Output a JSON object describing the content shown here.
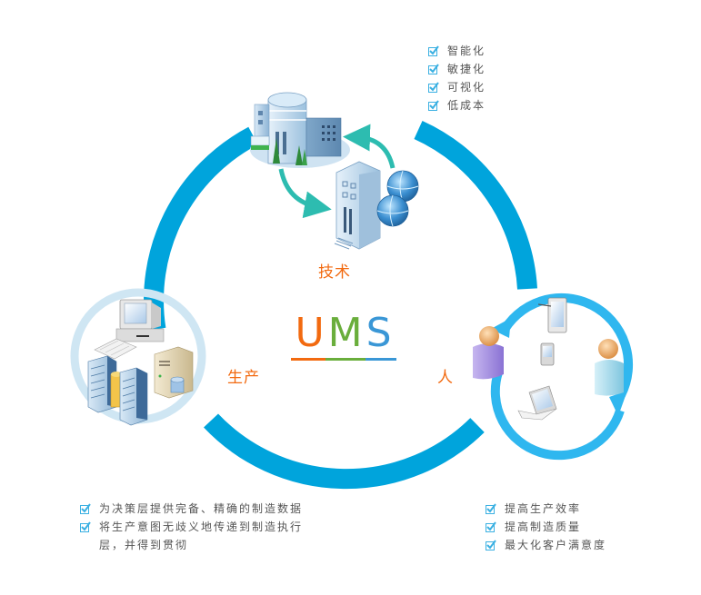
{
  "center": {
    "title_letters": [
      "U",
      "M",
      "S"
    ],
    "title_colors": [
      "#f26a10",
      "#6aae3c",
      "#3a97d6"
    ]
  },
  "categories": {
    "technology": "技术",
    "production": "生产",
    "people": "人"
  },
  "technology_benefits": [
    "智能化",
    "敏捷化",
    "可视化",
    "低成本"
  ],
  "production_benefits": [
    "为决策层提供完备、精确的制造数据",
    "将生产意图无歧义地传递到制造执行层，并得到贯彻"
  ],
  "people_benefits": [
    "提高生产效率",
    "提高制造质量",
    "最大化客户满意度"
  ],
  "colors": {
    "ring": "#00a4dc",
    "label_orange": "#f26a10",
    "people_cycle": "#2fb7ef",
    "production_ring": "#cfe6f3",
    "teal_arrow": "#2dbcb0",
    "checkbox": "#3ab0e2"
  },
  "icons": {
    "technology": "office-buildings-globes-icon",
    "production": "computer-servers-database-icon",
    "people": "users-devices-cycle-icon",
    "check": "checkbox-checked-icon"
  }
}
